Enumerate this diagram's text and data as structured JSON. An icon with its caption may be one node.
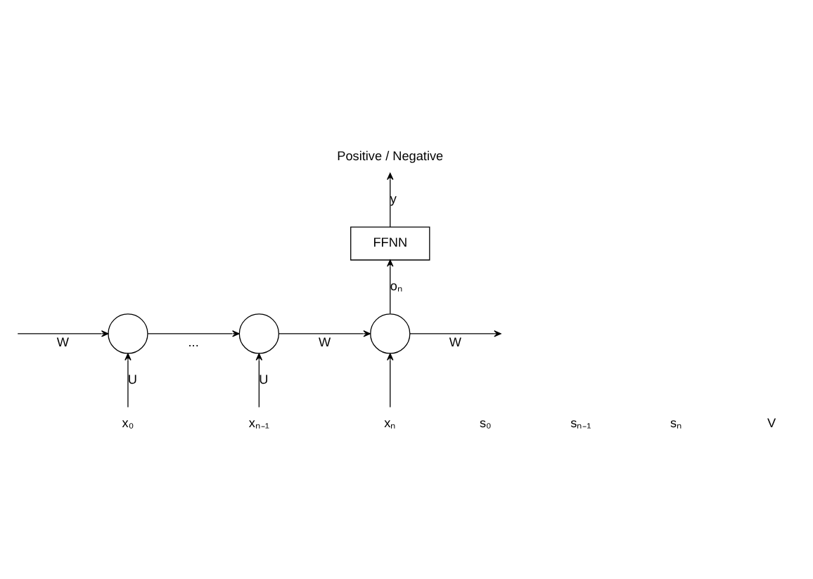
{
  "diagram": {
    "nodes": [
      {
        "text": [
          "Positive / Negative"
        ]
      },
      {
        "text": [
          "FFNN"
        ]
      },
      {
        "text": [],
        "shape": "circle"
      },
      {
        "text": [],
        "shape": "circle"
      },
      {
        "text": [],
        "shape": "circle"
      },
      {
        "text": [
          "x₀"
        ]
      },
      {
        "text": [
          "xₙ₋₁"
        ]
      },
      {
        "text": [
          "xₙ"
        ]
      }
    ],
    "edges": [
      {
        "from": null,
        "to": 2,
        "arrow": "to",
        "label": "W"
      },
      {
        "from": 2,
        "to": 3,
        "arrow": "to",
        "label": "..."
      },
      {
        "from": 3,
        "to": 4,
        "arrow": "to",
        "label": "W"
      },
      {
        "from": 4,
        "to": null,
        "arrow": "to",
        "label": "W"
      },
      {
        "from": 5,
        "to": 2,
        "arrow": "to",
        "label": "U"
      },
      {
        "from": 6,
        "to": 3,
        "arrow": "to",
        "label": "U"
      },
      {
        "from": 7,
        "to": 4,
        "arrow": "to"
      },
      {
        "from": 4,
        "to": 1,
        "arrow": "to",
        "label": "oₙ"
      },
      {
        "from": 1,
        "to": 0,
        "arrow": "to",
        "label": "y"
      }
    ],
    "labels": [
      "s₀",
      "sₙ₋₁",
      "sₙ",
      "V"
    ]
  }
}
